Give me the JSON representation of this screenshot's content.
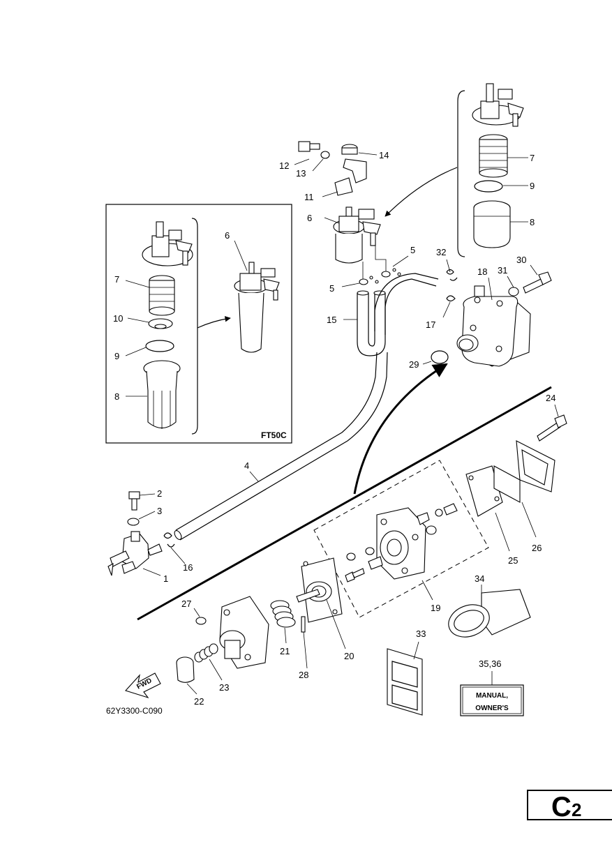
{
  "inset_label": "FT50C",
  "diagram_code": "62Y3300-C090",
  "page_badge": {
    "letter": "C",
    "number": "2"
  },
  "fwd_label": "FWD",
  "manual_label": {
    "line1": "MANUAL,",
    "line2": "OWNER'S"
  },
  "callouts": {
    "c1": "1",
    "c2": "2",
    "c3": "3",
    "c4": "4",
    "c5a": "5",
    "c5b": "5",
    "c6a": "6",
    "c6b": "6",
    "c7a": "7",
    "c7b": "7",
    "c8a": "8",
    "c8b": "8",
    "c9a": "9",
    "c9b": "9",
    "c10": "10",
    "c11": "11",
    "c12": "12",
    "c13": "13",
    "c14": "14",
    "c15": "15",
    "c16": "16",
    "c17": "17",
    "c18": "18",
    "c19": "19",
    "c20": "20",
    "c21": "21",
    "c22": "22",
    "c23": "23",
    "c24": "24",
    "c25": "25",
    "c26": "26",
    "c27": "27",
    "c28": "28",
    "c29": "29",
    "c30": "30",
    "c31": "31",
    "c32": "32",
    "c33": "33",
    "c34": "34",
    "c3536": "35,36"
  }
}
